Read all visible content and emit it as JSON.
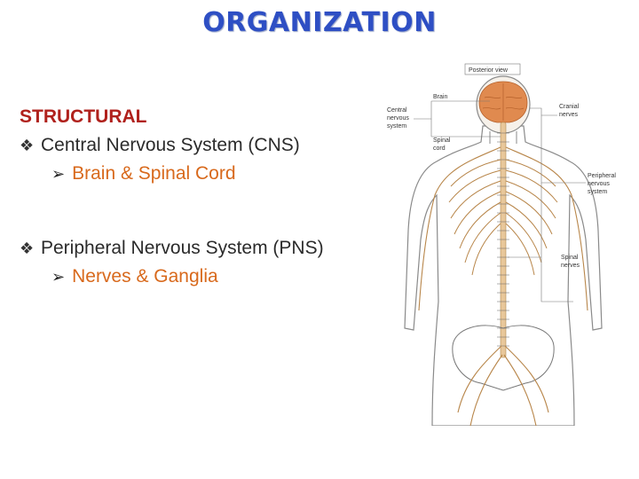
{
  "slide": {
    "title": "ORGANIZATION",
    "heading": "STRUCTURAL",
    "items": [
      {
        "text": "Central Nervous System (CNS)",
        "sub": "Brain & Spinal Cord"
      },
      {
        "text": "Peripheral Nervous System (PNS)",
        "sub": "Nerves & Ganglia"
      }
    ]
  },
  "figure": {
    "header": "Posterior view",
    "labels": {
      "brain": "Brain",
      "cns_line1": "Central",
      "cns_line2": "nervous",
      "cns_line3": "system",
      "spinal1": "Spinal",
      "spinal2": "cord",
      "cranial1": "Cranial",
      "cranial2": "nerves",
      "pns1": "Peripheral",
      "pns2": "nervous",
      "pns3": "system",
      "sn1": "Spinal",
      "sn2": "nerves"
    }
  },
  "colors": {
    "title": "#2e4fc4",
    "heading": "#b0211c",
    "sub": "#d8691c",
    "brain": "#e08a4f"
  }
}
